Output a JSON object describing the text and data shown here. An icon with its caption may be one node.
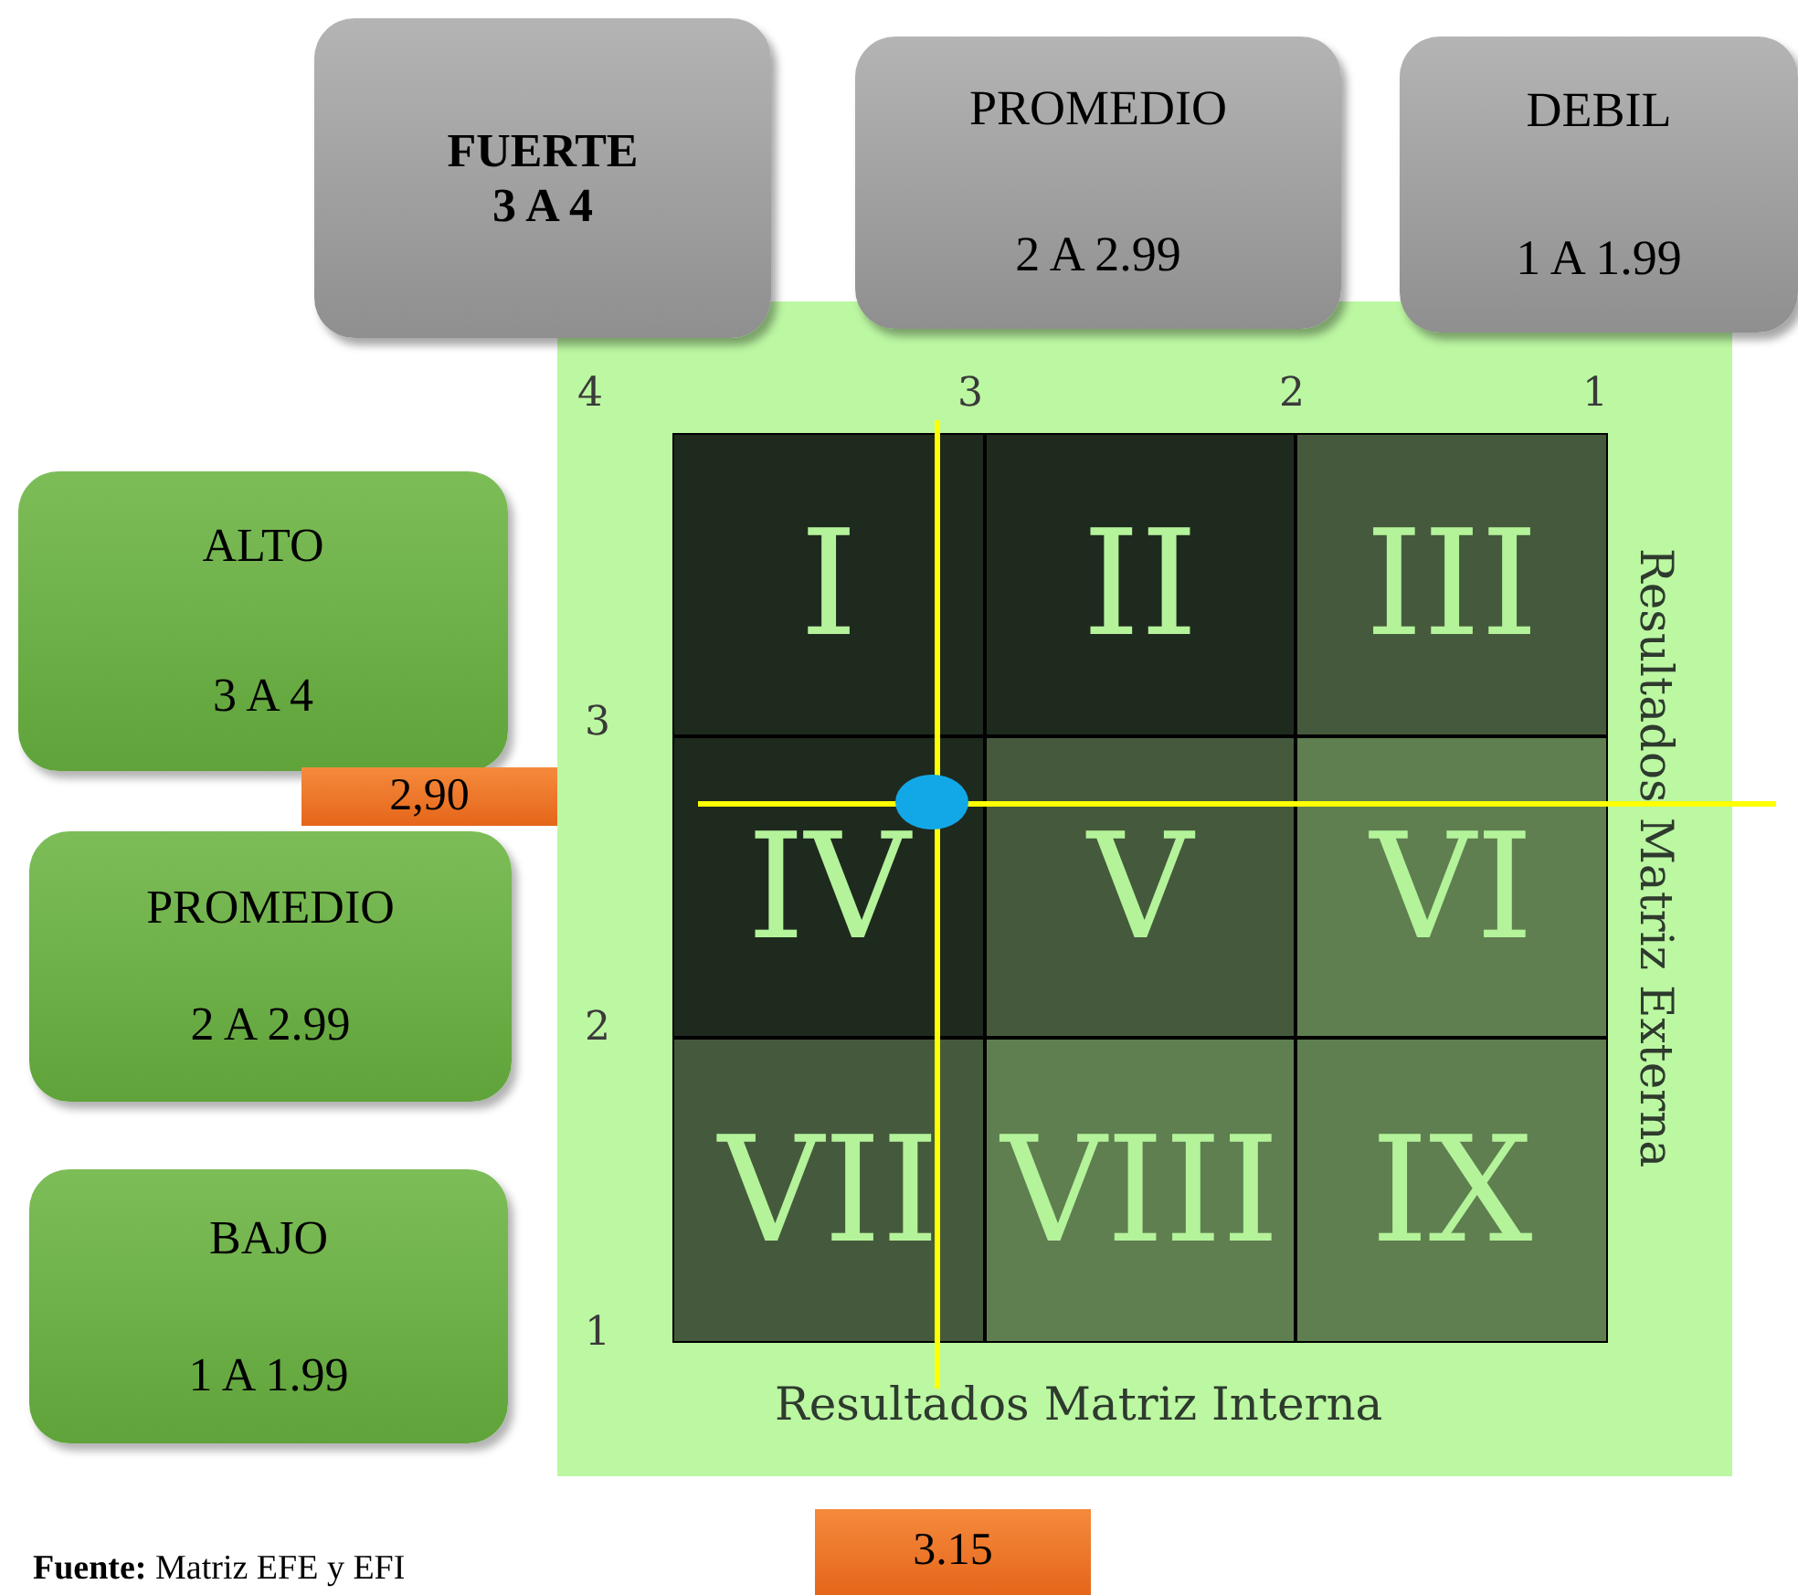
{
  "diagram": {
    "nodes": [
      {
        "text": [
          "FUERTE",
          "3 A 4"
        ]
      },
      {
        "text": [
          "PROMEDIO",
          "2 A 2.99"
        ]
      },
      {
        "text": [
          "DEBIL",
          "1 A 1.99"
        ]
      },
      {
        "text": [
          "ALTO",
          "3 A 4"
        ]
      },
      {
        "text": [
          "PROMEDIO",
          "2 A 2.99"
        ]
      },
      {
        "text": [
          "BAJO",
          "1 A 1.99"
        ]
      },
      {
        "text": [
          "2,90"
        ]
      },
      {
        "text": [
          "3.15"
        ]
      },
      {
        "text": [
          "I"
        ]
      },
      {
        "text": [
          "II"
        ]
      },
      {
        "text": [
          "III"
        ]
      },
      {
        "text": [
          "IV"
        ]
      },
      {
        "text": [
          "V"
        ]
      },
      {
        "text": [
          "VI"
        ]
      },
      {
        "text": [
          "VII"
        ]
      },
      {
        "text": [
          "VIII"
        ]
      },
      {
        "text": [
          "IX"
        ]
      }
    ],
    "labels": [
      "4",
      "3",
      "2",
      "1",
      "3",
      "2",
      "1",
      "Resultados Matriz Externa",
      "Resultados Matriz Interna",
      "**Fuente:** Matriz EFE  y EFI"
    ]
  }
}
